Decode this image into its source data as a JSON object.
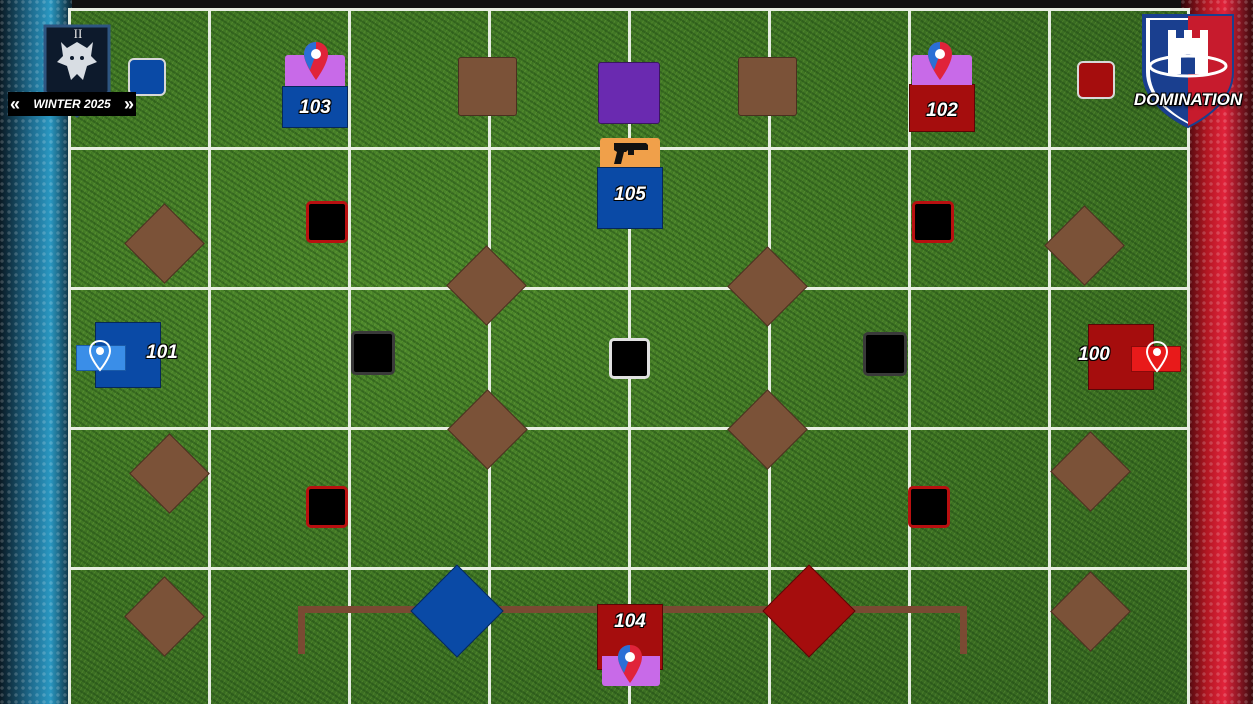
{
  "season": {
    "numeral": "II",
    "label": "WINTER 2025",
    "icon": "dragon-icon",
    "prev_icon": "double-chevron-left-icon",
    "next_icon": "double-chevron-right-icon"
  },
  "mode": {
    "label": "DOMINATION",
    "icon": "castle-tower-icon"
  },
  "colors": {
    "blue_team": "#0a4aa6",
    "red_team": "#a50d0d",
    "tile_brown": "#7b5238",
    "objective_purple": "#6a2ab0",
    "tab_pink": "#c86ae8",
    "weapon_orange": "#f0a04a",
    "grid_line": "#e8eee2"
  },
  "zones": {
    "z100": {
      "number": "100",
      "team": "red",
      "marker": "location-pin-icon"
    },
    "z101": {
      "number": "101",
      "team": "blue",
      "marker": "location-pin-icon"
    },
    "z102": {
      "number": "102",
      "team": "red",
      "marker": "map-pin-icon"
    },
    "z103": {
      "number": "103",
      "team": "blue",
      "marker": "map-pin-icon"
    },
    "z104": {
      "number": "104",
      "team": "red",
      "marker": "map-pin-icon"
    },
    "z105": {
      "number": "105",
      "team": "blue",
      "marker": "pistol-icon"
    }
  }
}
